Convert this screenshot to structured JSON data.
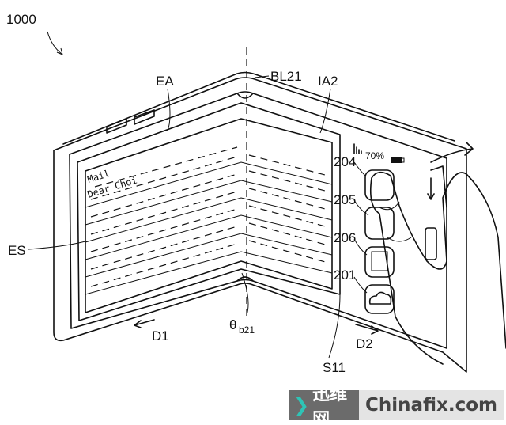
{
  "figure_ref": "1000",
  "labels": {
    "ea": "EA",
    "bl21": "BL21",
    "ia2": "IA2",
    "es": "ES",
    "l204": "204",
    "l205": "205",
    "l206": "206",
    "l201": "201",
    "d1": "D1",
    "theta": "θ",
    "theta_sub": "b21",
    "d2": "D2",
    "s11": "S11"
  },
  "status_bar": {
    "battery_percent": "70%"
  },
  "screen": {
    "line1": "Mail",
    "line2": "Dear Choi"
  },
  "watermark": {
    "cn": "迅维网",
    "en": "Chinafix.com"
  }
}
